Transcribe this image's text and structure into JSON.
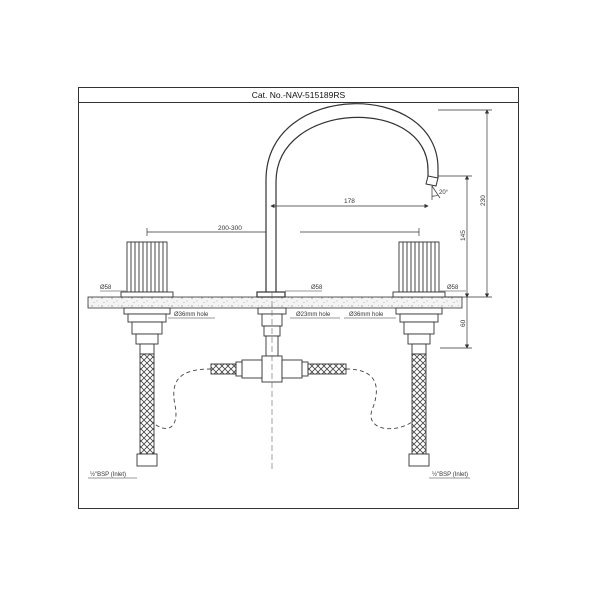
{
  "title": "Cat. No.-NAV-515189RS",
  "dimensions": {
    "spread": "200-300",
    "spout_reach": "178",
    "total_height": "230",
    "spout_height": "145",
    "below_deck": "60",
    "spout_angle": "20°",
    "base_left": "Ø58",
    "base_center": "Ø58",
    "base_right": "Ø58",
    "hole_left": "Ø36mm hole",
    "hole_center": "Ø23mm hole",
    "hole_right": "Ø36mm hole",
    "inlet_left": "½\"BSP (Inlet)",
    "inlet_right": "½\"BSP (Inlet)"
  }
}
